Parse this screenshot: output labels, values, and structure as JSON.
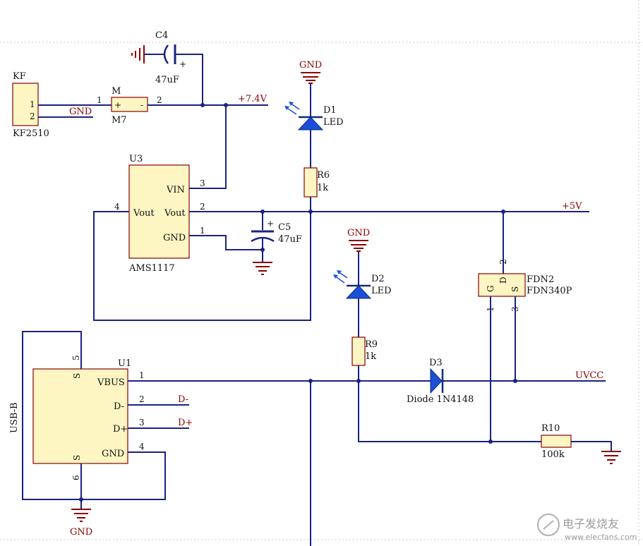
{
  "connector_kf": {
    "ref": "KF",
    "part": "KF2510",
    "pin1": "1",
    "pin2": "2",
    "net_gnd": "GND"
  },
  "switch_m": {
    "ref": "M",
    "part": "M7",
    "pin1": "1",
    "pin2": "2",
    "plus": "+",
    "minus": "-"
  },
  "cap_c4": {
    "ref": "C4",
    "value": "47uF",
    "plus": "+"
  },
  "net_7v4": "+7.4V",
  "led_d1": {
    "ref": "D1",
    "part": "LED"
  },
  "gnd_d1": "GND",
  "res_r6": {
    "ref": "R6",
    "value": "1k"
  },
  "reg_u3": {
    "ref": "U3",
    "part": "AMS1117",
    "vin": "VIN",
    "vout_right": "Vout",
    "vout_left": "Vout",
    "gnd": "GND",
    "pin_vin": "3",
    "pin_vout_r": "2",
    "pin_gnd": "1",
    "pin_vout_l": "4"
  },
  "cap_c5": {
    "ref": "C5",
    "value": "47uF",
    "plus": "+"
  },
  "net_5v": "+5V",
  "led_d2": {
    "ref": "D2",
    "part": "LED"
  },
  "gnd_d2": "GND",
  "res_r9": {
    "ref": "R9",
    "value": "1k"
  },
  "fet_fdn2": {
    "ref": "FDN2",
    "part": "FDN340P",
    "g": "G",
    "d": "D",
    "s": "S",
    "pin2": "2",
    "pin1": "1",
    "pin3": "3"
  },
  "usb_u1": {
    "ref": "U1",
    "label": "USB-B",
    "vbus": "VBUS",
    "dminus": "D-",
    "dplus": "D+",
    "gnd": "GND",
    "s_top": "S",
    "s_bottom": "S",
    "pin1": "1",
    "pin2": "2",
    "pin3": "3",
    "pin4": "4",
    "pin5": "5",
    "pin6": "6"
  },
  "net_dminus": "D-",
  "net_dplus": "D+",
  "diode_d3": {
    "ref": "D3",
    "part": "Diode 1N4148"
  },
  "net_uvcc": "UVCC",
  "res_r10": {
    "ref": "R10",
    "value": "100k"
  },
  "gnd_usb": "GND",
  "watermark": {
    "main": "电子发烧友",
    "sub": "www.elecfans.com"
  }
}
